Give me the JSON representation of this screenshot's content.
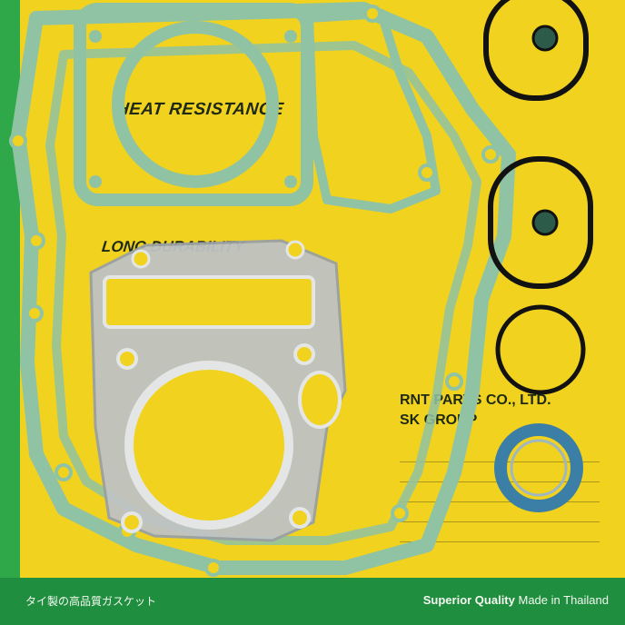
{
  "card": {
    "heat_text": "HEAT RESISTANCE",
    "long_text": "LONG DURABILITY",
    "company_line1": "RNT PARTS CO., LTD.",
    "company_line2": "SK GROUP"
  },
  "bottom_bar": {
    "japanese_text": "タイ製の高品質ガスケット",
    "superior_text": "Superior Quality",
    "made_text": "Made in Thailand"
  },
  "colors": {
    "card_yellow": "#f1d21e",
    "brand_green": "#1f8e3f",
    "gasket_green": "#8fc3a4",
    "metal_gasket": "#bfc3c4",
    "oring_black": "#121212",
    "seal_blue": "#3c7fa6"
  }
}
